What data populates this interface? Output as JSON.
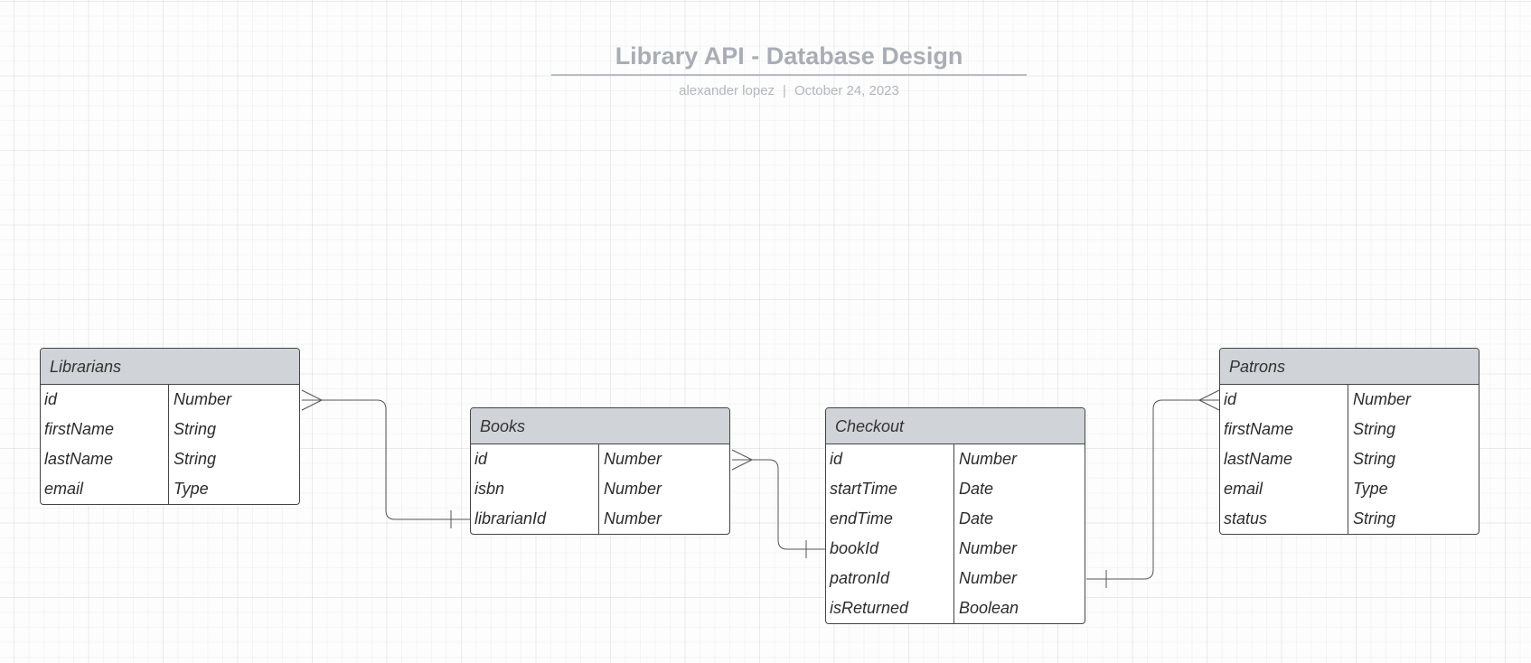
{
  "diagram": {
    "title": "Library API - Database Design",
    "author": "alexander lopez",
    "separator": "|",
    "date": "October 24, 2023"
  },
  "entities": {
    "librarians": {
      "name": "Librarians",
      "fields": [
        {
          "name": "id",
          "type": "Number"
        },
        {
          "name": "firstName",
          "type": "String"
        },
        {
          "name": "lastName",
          "type": "String"
        },
        {
          "name": "email",
          "type": "Type"
        }
      ]
    },
    "books": {
      "name": "Books",
      "fields": [
        {
          "name": "id",
          "type": "Number"
        },
        {
          "name": "isbn",
          "type": "Number"
        },
        {
          "name": "librarianId",
          "type": "Number"
        }
      ]
    },
    "checkout": {
      "name": "Checkout",
      "fields": [
        {
          "name": "id",
          "type": "Number"
        },
        {
          "name": "startTime",
          "type": "Date"
        },
        {
          "name": "endTime",
          "type": "Date"
        },
        {
          "name": "bookId",
          "type": "Number"
        },
        {
          "name": "patronId",
          "type": "Number"
        },
        {
          "name": "isReturned",
          "type": "Boolean"
        }
      ]
    },
    "patrons": {
      "name": "Patrons",
      "fields": [
        {
          "name": "id",
          "type": "Number"
        },
        {
          "name": "firstName",
          "type": "String"
        },
        {
          "name": "lastName",
          "type": "String"
        },
        {
          "name": "email",
          "type": "Type"
        },
        {
          "name": "status",
          "type": "String"
        }
      ]
    }
  },
  "relationships": [
    {
      "from": "librarians.id",
      "to": "books.librarianId",
      "from_end": "many",
      "to_end": "one"
    },
    {
      "from": "books.id",
      "to": "checkout.bookId",
      "from_end": "many",
      "to_end": "one"
    },
    {
      "from": "checkout.patronId",
      "to": "patrons.id",
      "from_end": "one",
      "to_end": "many"
    }
  ],
  "colors": {
    "header_fill": "#d0d3d8",
    "border": "#444444",
    "title": "#a9adb5",
    "connector": "#555555"
  }
}
